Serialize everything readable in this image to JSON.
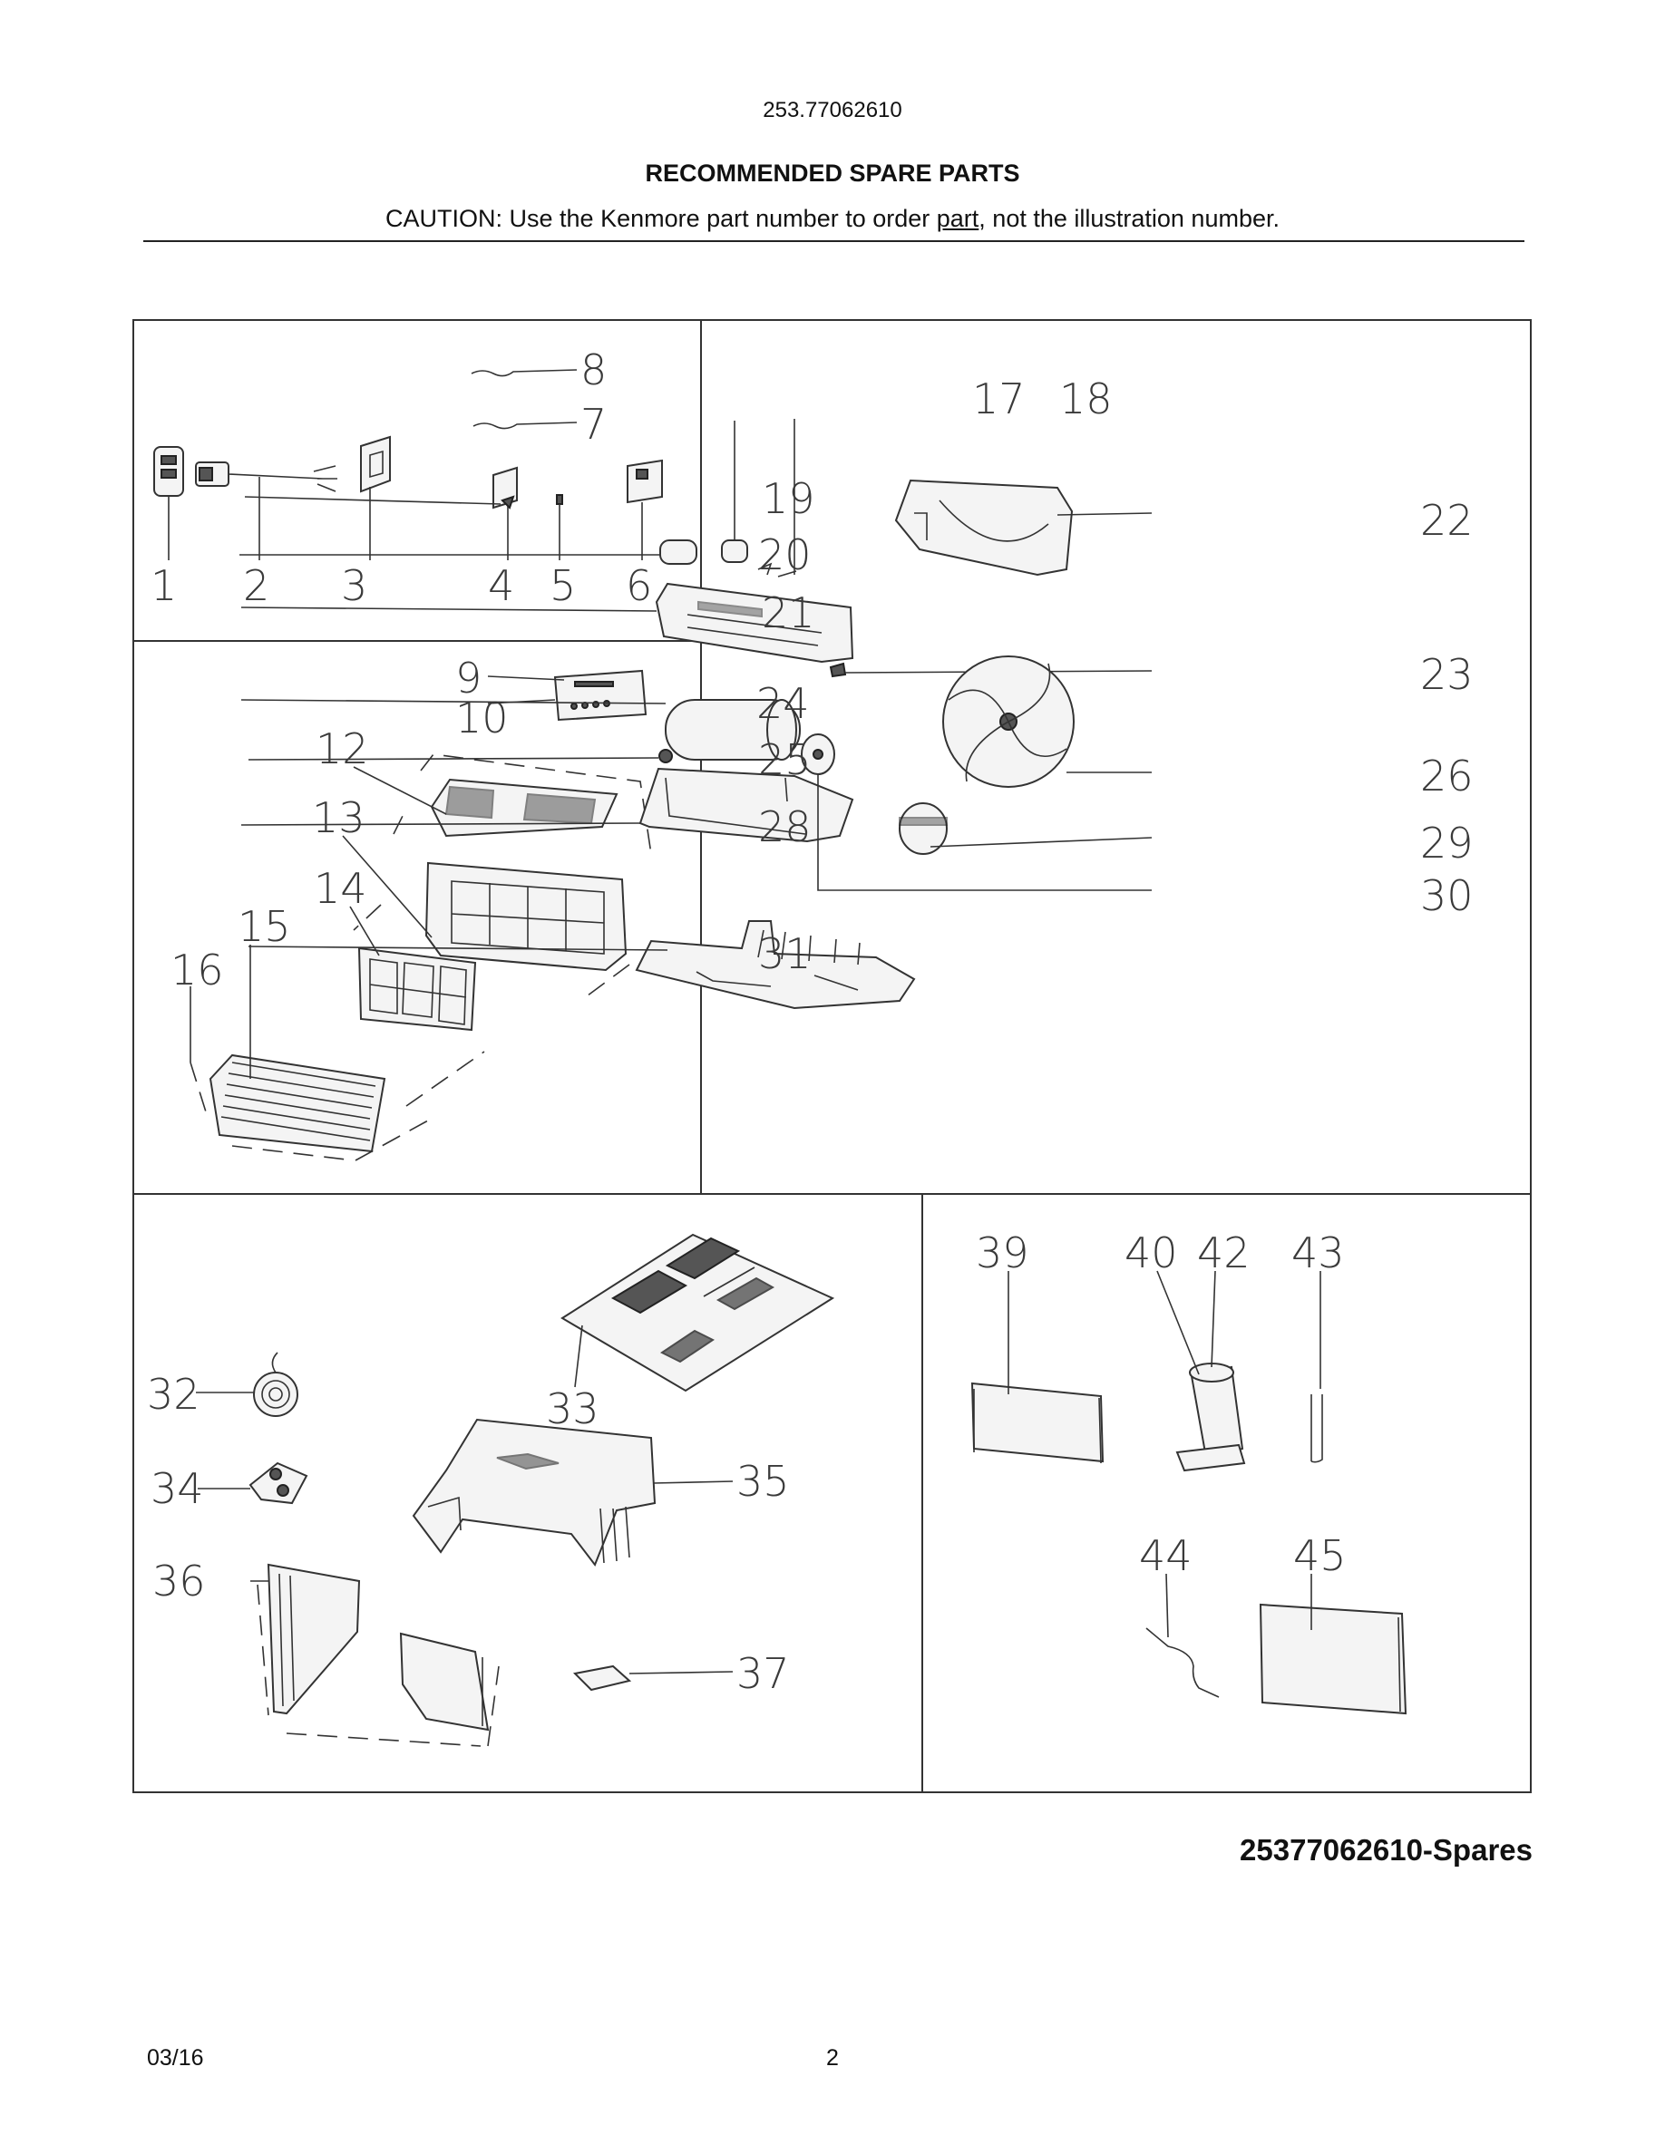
{
  "header": {
    "model": "253.77062610",
    "title": "RECOMMENDED SPARE PARTS",
    "caution_before": "CAUTION: Use the Kenmore part number to order ",
    "caution_link": "part",
    "caution_after": ", not the illustration number."
  },
  "diagram": {
    "callouts": [
      "1",
      "2",
      "3",
      "4",
      "5",
      "6",
      "7",
      "8",
      "9",
      "10",
      "12",
      "13",
      "14",
      "15",
      "16",
      "17",
      "18",
      "19",
      "20",
      "21",
      "22",
      "23",
      "24",
      "25",
      "26",
      "28",
      "29",
      "30",
      "31",
      "32",
      "33",
      "34",
      "35",
      "36",
      "37",
      "39",
      "40",
      "42",
      "43",
      "44",
      "45"
    ]
  },
  "footer": {
    "spares_label": "25377062610-Spares",
    "date": "03/16",
    "page": "2"
  }
}
